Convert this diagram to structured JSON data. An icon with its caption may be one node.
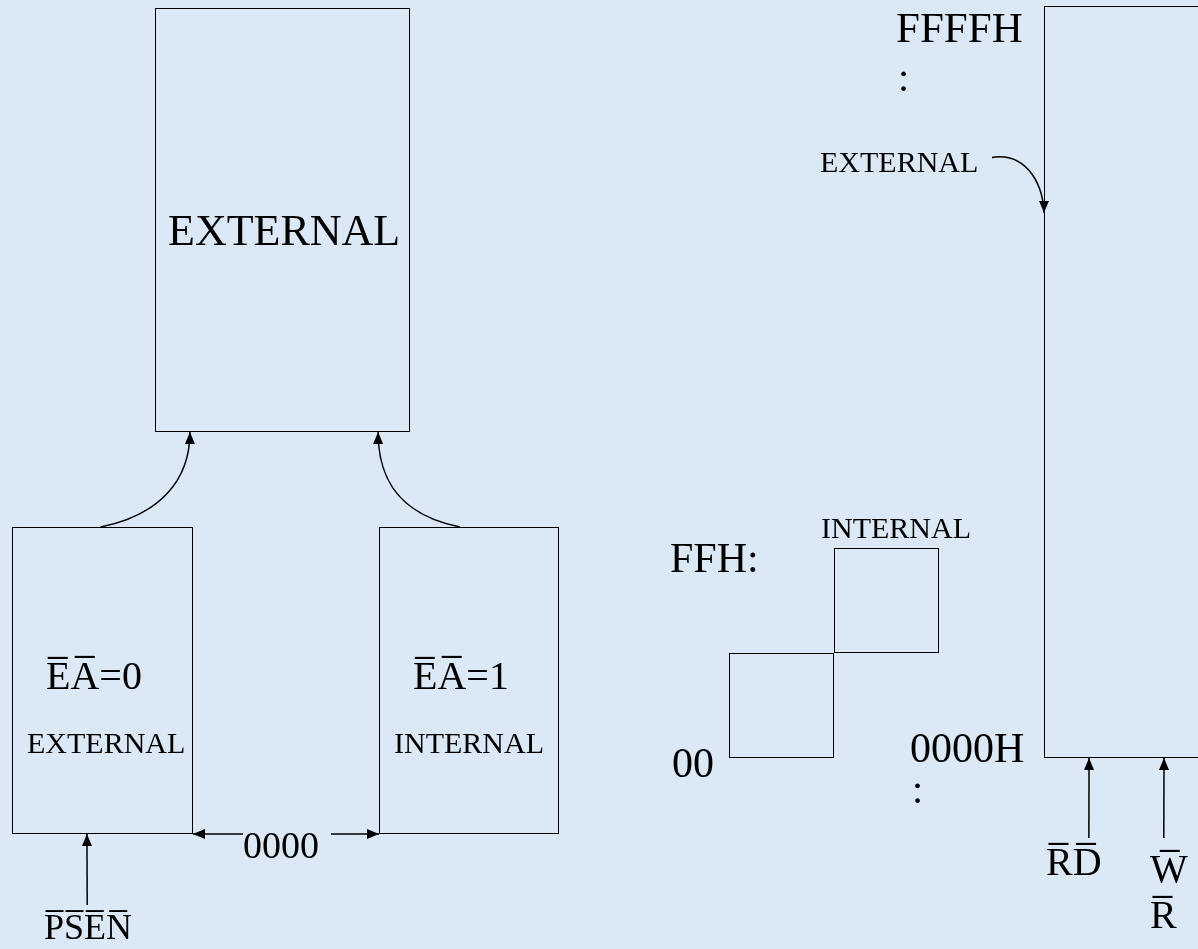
{
  "diagram": {
    "nodes": [
      {
        "text": [
          "EXTERNAL"
        ]
      },
      {
        "text": [
          "E̅A̅=0",
          "EXTERNAL"
        ]
      },
      {
        "text": [
          "E̅A̅=1",
          "INTERNAL"
        ]
      },
      {
        "text": [
          "0000"
        ]
      },
      {
        "text": [
          "P̅S̅E̅N̅"
        ]
      },
      {
        "text": [],
        "shape": "box"
      },
      {
        "text": [
          "EXTERNAL"
        ]
      },
      {
        "text": [
          "INTERNAL"
        ]
      },
      {
        "text": [],
        "shape": "box"
      },
      {
        "text": [
          "R̅D̅"
        ]
      },
      {
        "text": [
          "W̅R̅"
        ]
      }
    ],
    "edges": [
      {
        "from": 1,
        "to": 0,
        "arrow": "to"
      },
      {
        "from": 2,
        "to": 0,
        "arrow": "to"
      },
      {
        "from": 3,
        "to": 1,
        "arrow": "to"
      },
      {
        "from": 3,
        "to": 2,
        "arrow": "to"
      },
      {
        "from": 4,
        "to": 1,
        "arrow": "to"
      },
      {
        "from": 6,
        "to": 5,
        "arrow": "to"
      },
      {
        "from": 9,
        "to": 5,
        "arrow": "to"
      },
      {
        "from": 10,
        "to": 5,
        "arrow": "to"
      }
    ],
    "labels": [
      "FFFFH",
      ":",
      "FFH:",
      "00",
      "0000H",
      ":"
    ]
  }
}
